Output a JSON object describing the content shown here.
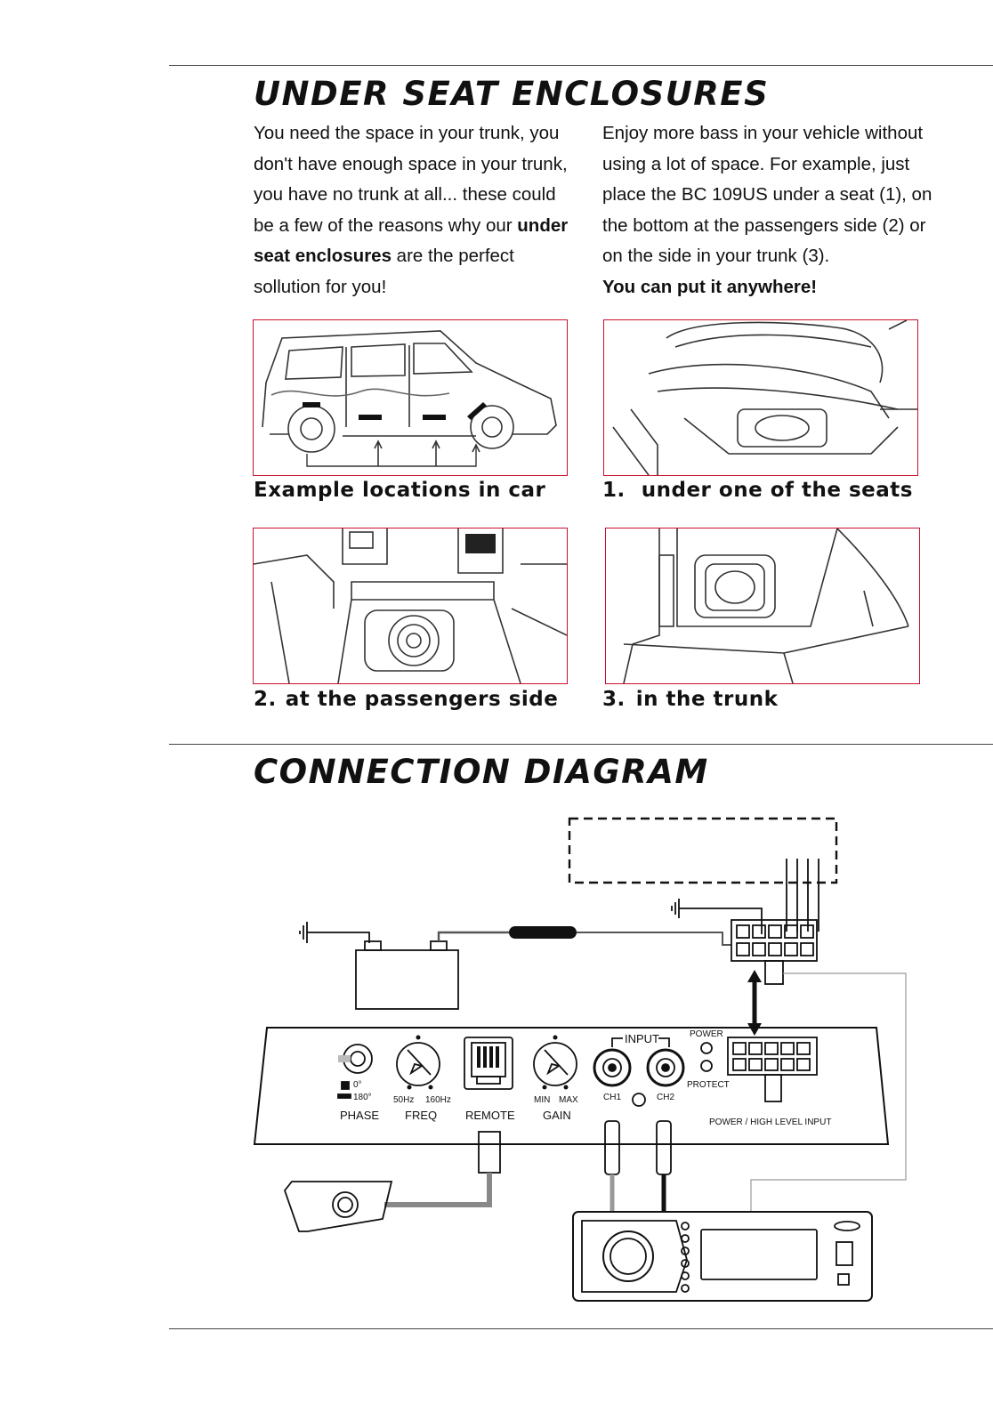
{
  "section1": {
    "title": "UNDER SEAT ENCLOSURES",
    "left_p1": "You need the space in your trunk, you don't have enough space in your trunk, you have no trunk at all... these could be a few of the reasons why our ",
    "left_bold": "under seat enclosures",
    "left_p2": " are the perfect sollution for you!",
    "right_p1": "Enjoy more bass in your vehicle without using a lot of space. For example, just place the BC 109US under a seat (1), on the bottom at the passengers side (2) or on the side in your trunk (3).",
    "right_bold": "You can put it anywhere!",
    "captions": [
      {
        "num": "",
        "text": "Example locations in car"
      },
      {
        "num": "1.",
        "text": "under one of the seats"
      },
      {
        "num": "2.",
        "text": "at the passengers side"
      },
      {
        "num": "3.",
        "text": "in the trunk"
      }
    ]
  },
  "section2": {
    "title": "CONNECTION DIAGRAM",
    "panel": {
      "phase_label": "PHASE",
      "phase_0": "0°",
      "phase_180": "180°",
      "freq_label": "FREQ",
      "freq_min": "50Hz",
      "freq_max": "160Hz",
      "remote_label": "REMOTE",
      "gain_label": "GAIN",
      "gain_min": "MIN",
      "gain_max": "MAX",
      "input_label": "INPUT",
      "ch1": "CH1",
      "ch2": "CH2",
      "power_led": "POWER",
      "protect_led": "PROTECT",
      "power_input_label": "POWER / HIGH LEVEL INPUT"
    }
  },
  "colors": {
    "accent_frame": "#c8102e",
    "rule": "#444444"
  }
}
